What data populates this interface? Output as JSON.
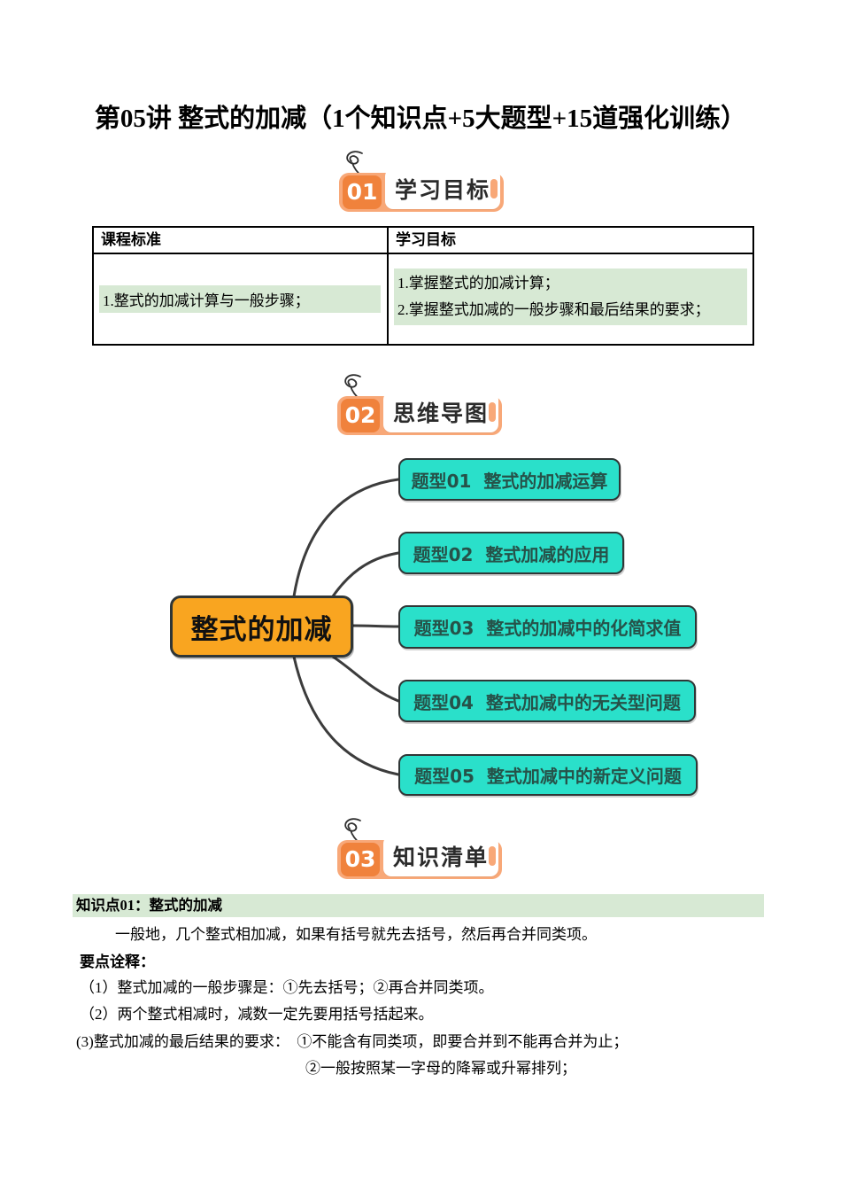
{
  "title": "第05讲 整式的加减（1个知识点+5大题型+15道强化训练）",
  "badges": [
    {
      "number": "01",
      "label": "学习目标"
    },
    {
      "number": "02",
      "label": "思维导图"
    },
    {
      "number": "03",
      "label": "知识清单"
    }
  ],
  "goals_table": {
    "headers": [
      "课程标准",
      "学习目标"
    ],
    "course_standard": "1.整式的加减计算与一般步骤；",
    "learning_goals": [
      "1.掌握整式的加减计算；",
      "2.掌握整式加减的一般步骤和最后结果的要求；"
    ]
  },
  "mindmap": {
    "center": "整式的加减",
    "branches": [
      "题型01  整式的加减运算",
      "题型02  整式加减的应用",
      "题型03  整式的加减中的化简求值",
      "题型04  整式加减中的无关型问题",
      "题型05  整式加减中的新定义问题"
    ]
  },
  "knowledge": {
    "heading": "知识点01：整式的加减",
    "intro": "一般地，几个整式相加减，如果有括号就先去括号，然后再合并同类项。",
    "notes_title": "要点诠释：",
    "note1": "（1）整式加减的一般步骤是：①先去括号；②再合并同类项。",
    "note2": "（2）两个整式相减时，减数一定先要用括号括起来。",
    "note3": "(3)整式加减的最后结果的要求：　①不能含有同类项，即要合并到不能再合并为止；",
    "note4": "②一般按照某一字母的降幂或升幂排列；"
  },
  "colors": {
    "badge_outer": "#F8A878",
    "badge_number_bg": "#F0823C",
    "mindmap_branch_teal": "#2AE0CA",
    "mindmap_center_orange": "#F9A520",
    "node_border": "#303636",
    "highlight_green": "#D7E9D4"
  }
}
